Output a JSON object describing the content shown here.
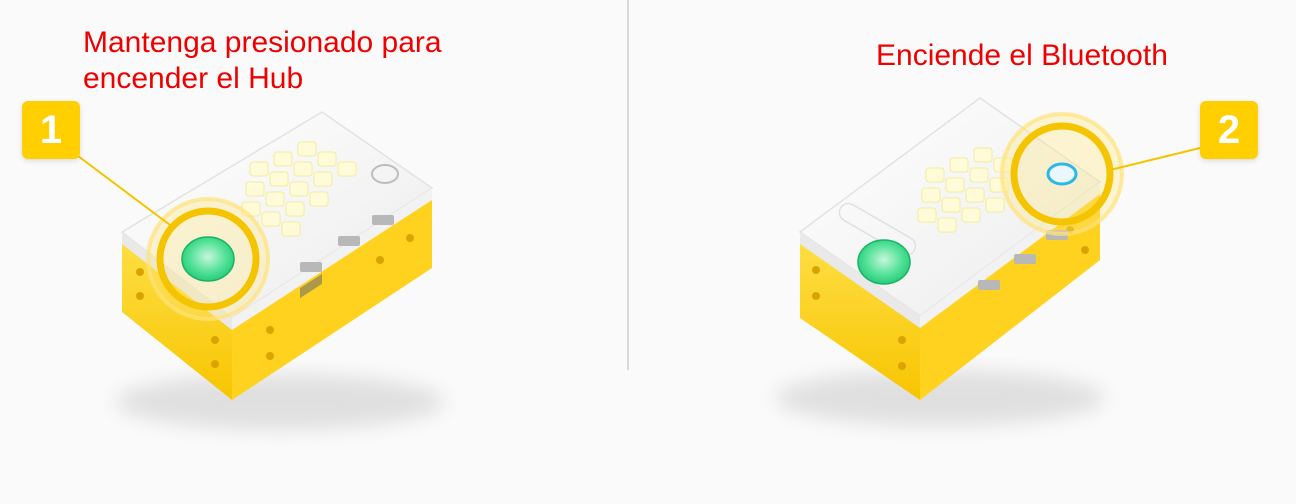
{
  "steps": [
    {
      "number": "1",
      "caption": "Mantenga presionado para encender el Hub"
    },
    {
      "number": "2",
      "caption": "Enciende el Bluetooth"
    }
  ],
  "colors": {
    "caption_text": "#ee0000",
    "badge": "#ffcf00",
    "hub_body": "#ffd21f",
    "hub_top": "#f3f3f3",
    "highlight_ring": "#f5c400",
    "power_button": "#2fd684",
    "bluetooth_button": "#2bb7e8"
  },
  "icons": [
    "hub-illustration",
    "power-button-icon",
    "bluetooth-button-icon",
    "highlight-ring-icon"
  ]
}
